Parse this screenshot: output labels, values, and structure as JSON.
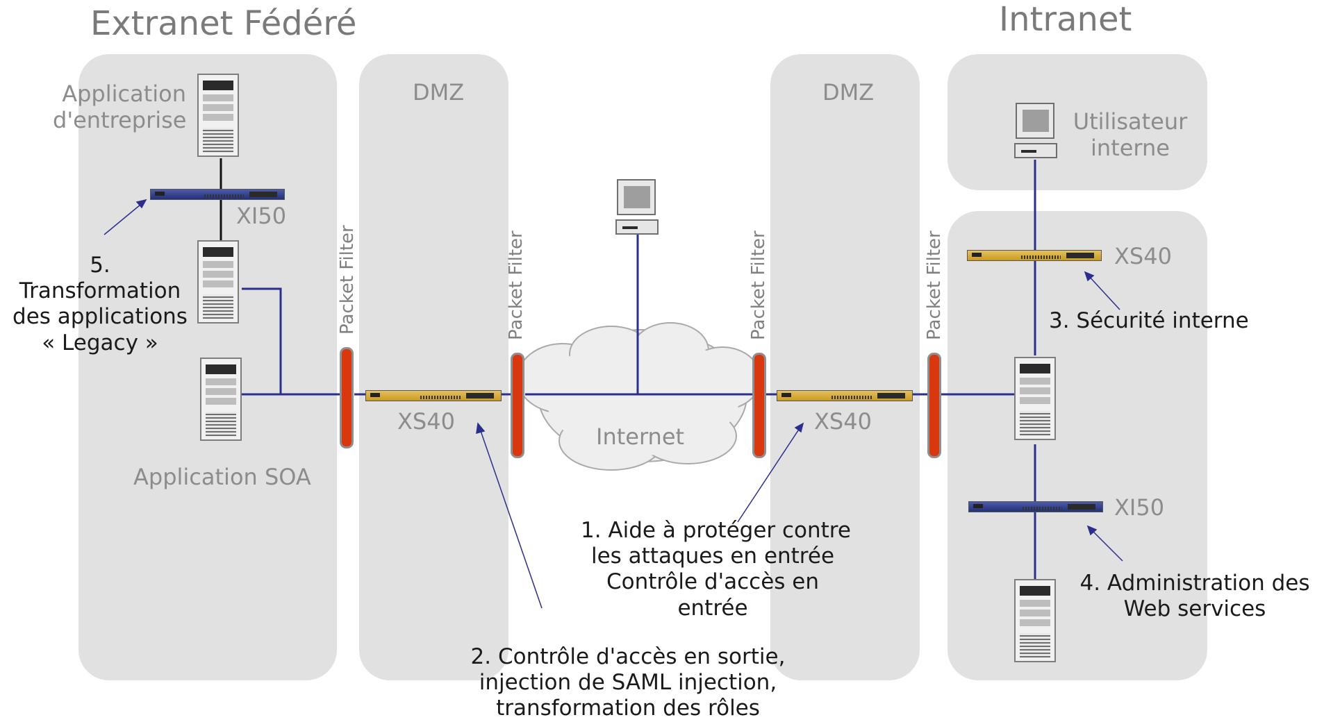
{
  "zones": {
    "extranet_title": "Extranet Fédéré",
    "intranet_title": "Intranet",
    "dmz_left": "DMZ",
    "dmz_right": "DMZ"
  },
  "packet_filter_label": "Packet Filter",
  "devices": {
    "app_entreprise": "Application\nd'entreprise",
    "xi50_left": "XI50",
    "app_soa": "Application SOA",
    "xs40_dmz_left": "XS40",
    "internet": "Internet",
    "xs40_dmz_right": "XS40",
    "utilisateur": "Utilisateur\ninterne",
    "xs40_intranet": "XS40",
    "xi50_intranet": "XI50"
  },
  "callouts": {
    "c1": "1. Aide à protéger contre\nles attaques en entrée\nContrôle d'accès en\nentrée",
    "c2": "2. Contrôle d'accès en sortie,\ninjection de SAML injection,\ntransformation des rôles",
    "c3": "3. Sécurité interne",
    "c4": "4. Administration des\nWeb services",
    "c5": "5.\nTransformation\ndes applications\n« Legacy »"
  },
  "colors": {
    "zone_bg": "#e1e1e1",
    "link_line": "#2b2e8c",
    "firewall": "#d9380e",
    "xs40_gold": "#c99a1e",
    "xi50_blue": "#2b3a8c"
  }
}
